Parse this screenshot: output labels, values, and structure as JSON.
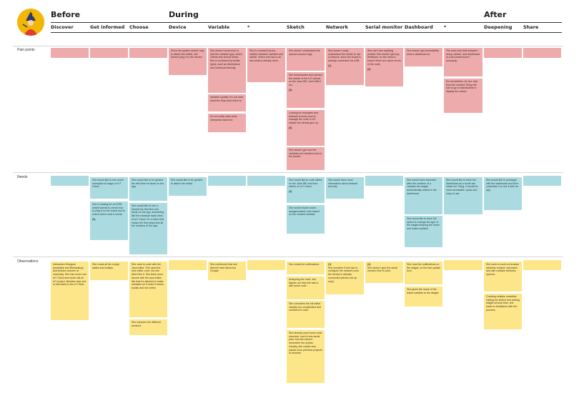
{
  "phases": {
    "before": "Before",
    "during": "During",
    "after": "After"
  },
  "columns": [
    "Discover",
    "Get informed",
    "Choose",
    "Device",
    "Variable",
    "*",
    "Sketch",
    "Network",
    "Serial monitor",
    "Dashboard",
    "*",
    "Deepening",
    "Share"
  ],
  "rows": {
    "pain": "Pain points",
    "needs": "Needs",
    "obs": "Observations"
  },
  "pain": {
    "device": "Since the system doesn't say to attach the shield, she doesn't plug it to the device.",
    "variable1": "She doesn't know how to pick the variable type, which criteria she should follow. She is confused by similar types, such as illuminance and luminous intensity.",
    "variable2": "Variable Update: it's not clear what the Stop field refers to.",
    "variable3": "It's not really clear what interaction stand for.",
    "star": "She is confused by the relation between variable and sketch. When she has to do and what is already done.",
    "sketch1": "She doesn't understand the upload success logs.",
    "sketch2": "She downloaded and opened the sketch of the IoT tutorial on the Java IDE, but it didn't run.",
    "sketch2n": "(2)",
    "sketch3": "Looking for examples and tutorials to know how to manage the code in IoT makes her almost give up.",
    "sketch3n": "(3)",
    "sketch4": "She doesn't get how the variables are declared and in the sketch.",
    "network": "She doesn't really understand the needs to use a network, since the board is already connected via USB.",
    "networkn": "(1)",
    "serial": "She can't see anything printed. She doesn't get any feedback, so she doesn't know if there are some errors in the code.",
    "serialn": "(4)",
    "dashboard": "She doesn't get immediately what a dashboard is.",
    "star2a": "The back and forth between setup, sketch, and dashboard is a bit cumbersome / annoying.",
    "star2b": "It's not intuitive, for her, that from the created Thing she has to go to dashboards to display the values."
  },
  "needs": {
    "getinf1": "She would like to see some examples of usage of IoT Cloud.",
    "getinf2": "She is looking for an ESM shield tutorial to check how to plug it on the board and to check which code it needs.",
    "getinf2n": "(3)",
    "choose1": "She would like to be guided the first time he lands on the app.",
    "choose2": "She would like to see a tutorial the first time she lands on the app, something like the example basic blink of IoT Cloud. Or a video that shows the first steps and all the sections of the app.",
    "device": "She would like to be guided to attach the shield.",
    "sketch1": "She would like to code tables on the Java IDE and then switch on IoT Cloud.",
    "sketch1n": "(2)",
    "sketch2": "She would expect some autogenerated code based on the created variable.",
    "network": "She would have more information about network security.",
    "dash1": "She would have expected after the creation of a variable the widget automatically added in the dashboard.",
    "dash2": "She would like to have the option to change the type of the widget keeping the same and linked variable.",
    "star2": "She would like to have the dashboard as a fourth tab inside the Thing, it would be more accessible, quick and easy to use.",
    "deep": "She would like to prototype with the dashboard and then customize it to use it with an app."
  },
  "obs": {
    "discover": "Interaction Designer (wearable and Biohacking) and Arduino teacher at university. She has never use IoT Cloud and never did an IoT project. Besides that, she is interested in the IoT field.",
    "getinf": "She reads all the empty states and tooltips.",
    "choose1": "She uses to code with the Java editor. She used the web editor once, but she didn't like it. She feels more secure with the java editor, like that it's allowed to make mistakes on it since it stores locally and not online.",
    "choose2": "She explores the different sections.",
    "variable": "She mentioned that she doesn't have Alexa but Google.",
    "sketch1": "She reads the notifications.",
    "sketch2": "Analyzing the code, she figures out that she has to add some code.",
    "sketch3": "She considers the full editor visually too complicated and confused to read.",
    "sketch4": "She already used some code structure, such if-one-serial print, but she doesn't remember the syntax. Usually, she copies and pastes from previous projects or tutorials.",
    "networkn": "(1)",
    "network": "She wonders if she has to configure the network once the device is already connected (device set up only).",
    "serialn": "(4)",
    "serial": "She doesn't give the serial monitor time to print.",
    "dash1": "She read the notifications on the widget, on the last update icon.",
    "dash2": "She gives the name of the linked variable to the widget.",
    "deep1": "She uses to work on browser windows resized, narrowed, and with multiple windows opened.",
    "deep2": "Creating multiple variables, editing the sketch and adding widget several time, she starts to familiarize with the process."
  },
  "colors": {
    "pain": "#eeabab",
    "needs": "#abdbe0",
    "obs": "#fde68a",
    "logo_bg": "#f2b705",
    "logo_figure": "#e03c31",
    "logo_hat": "#2b3a67"
  }
}
